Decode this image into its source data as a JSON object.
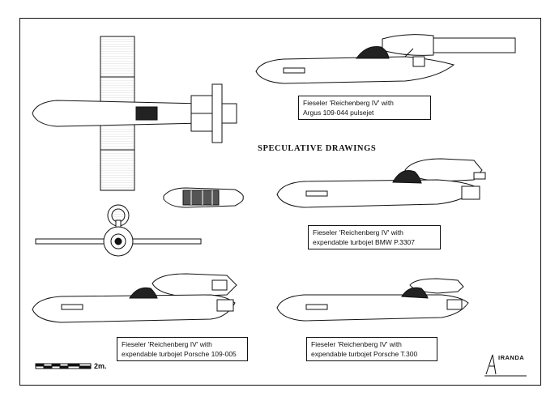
{
  "title": "SPECULATIVE DRAWINGS",
  "captions": [
    {
      "line1": "Fieseler 'Reichenberg IV' with",
      "line2": "Argus 109-044 pulsejet"
    },
    {
      "line1": "Fieseler 'Reichenberg IV' with",
      "line2": "expendable turbojet BMW P.3307"
    },
    {
      "line1": "Fieseler 'Reichenberg IV' with",
      "line2": "expendable turbojet Porsche 109-005"
    },
    {
      "line1": "Fieseler 'Reichenberg IV' with",
      "line2": "expendable turbojet Porsche T.300"
    }
  ],
  "scale": {
    "label": "2m."
  },
  "signature": {
    "text": "IRANDA"
  },
  "colors": {
    "ink": "#111111",
    "paper": "#ffffff",
    "shade": "#222222"
  }
}
